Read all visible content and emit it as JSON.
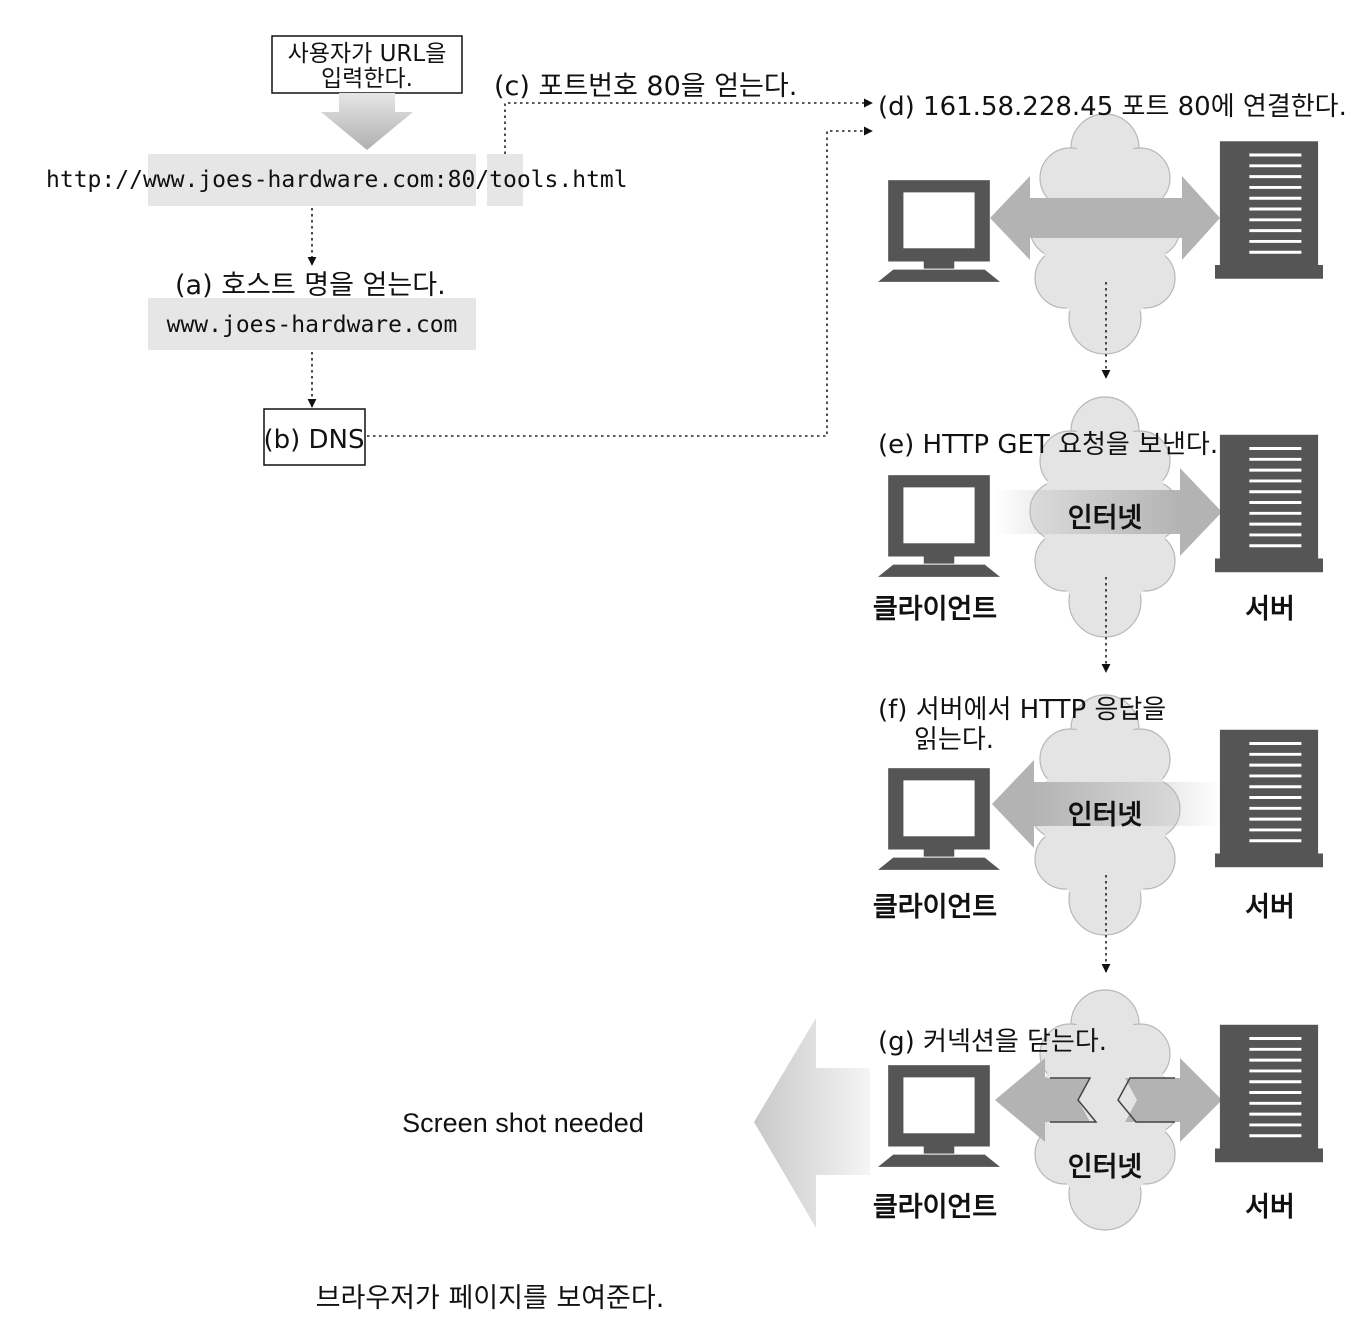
{
  "user_input": {
    "line1": "사용자가 URL을",
    "line2": "입력한다."
  },
  "url": {
    "prefix": "http://",
    "host": "www.joes-hardware.com",
    "colon": ":",
    "port": "80",
    "path": "/tools.html"
  },
  "steps": {
    "a": {
      "label": "(a) 호스트 명을 얻는다.",
      "host": "www.joes-hardware.com"
    },
    "b": {
      "label": "(b) DNS"
    },
    "c": {
      "label": "(c) 포트번호 80을 얻는다."
    },
    "d": {
      "label": "(d) 161.58.228.45 포트 80에 연결한다."
    },
    "e": {
      "label": "(e) HTTP GET 요청을 보낸다."
    },
    "f": {
      "line1": "(f) 서버에서 HTTP 응답을",
      "line2": "읽는다."
    },
    "g": {
      "label": "(g) 커넥션을 닫는다."
    }
  },
  "labels": {
    "internet": "인터넷",
    "client": "클라이언트",
    "server": "서버"
  },
  "placeholder": "Screen shot needed",
  "browser_caption": "브라우저가 페이지를 보여준다.",
  "icons": [
    "monitor-icon",
    "server-icon",
    "cloud-icon",
    "arrow-icon"
  ],
  "colors": {
    "highlight": "#e6e6e6",
    "cloud": "#e4e4e4",
    "arrow": "#b3b3b3",
    "device": "#555555"
  }
}
